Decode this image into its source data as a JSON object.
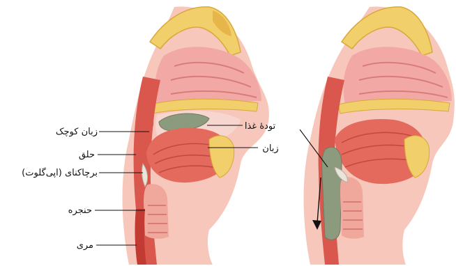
{
  "labels": {
    "uvula": "زبان کوچک",
    "pharynx": "حلق",
    "epiglottis": "برچاکنای (اپی‌گلوت)",
    "larynx": "حنجره",
    "esophagus": "مری",
    "food_bolus": "تودهٔ غذا",
    "tongue": "زبان"
  },
  "colors": {
    "flesh": "#f3b9ad",
    "muscle": "#d9574d",
    "muscle_dark": "#b8322c",
    "bone": "#f1cf6a",
    "bone_dark": "#d9a83a",
    "cavity": "#f8d6d0",
    "bolus": "#8c9a7d",
    "cartilage": "#e9e4dc"
  }
}
